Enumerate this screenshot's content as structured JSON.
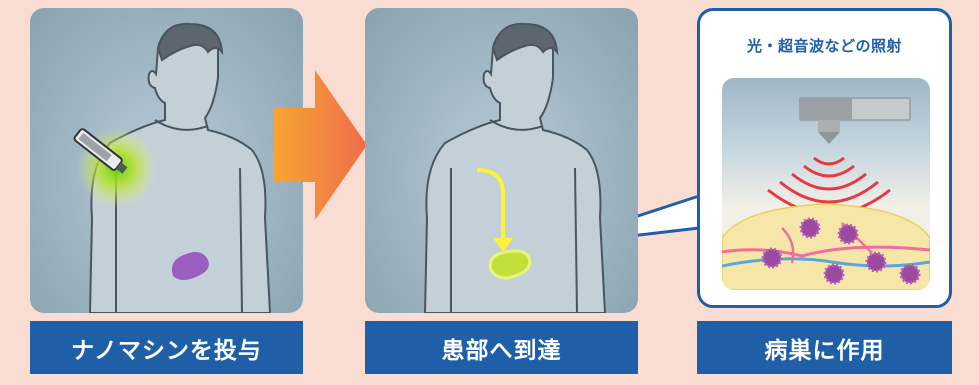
{
  "steps": [
    {
      "label": "ナノマシンを投与"
    },
    {
      "label": "患部へ到達"
    },
    {
      "label": "病巣に作用"
    }
  ],
  "callout": {
    "title": "光・超音波などの照射"
  },
  "colors": {
    "background": "#f9ddd2",
    "label_bar": "#1f5fa8",
    "panel": "#9db4c1",
    "arrow_start": "#f7a533",
    "arrow_end": "#ef6d4a",
    "glow": "#b6e32a",
    "organ": "#9a5dc0",
    "path_arrow": "#fff23a",
    "waves": "#e63946",
    "pathogen": "#9b4aa0"
  }
}
